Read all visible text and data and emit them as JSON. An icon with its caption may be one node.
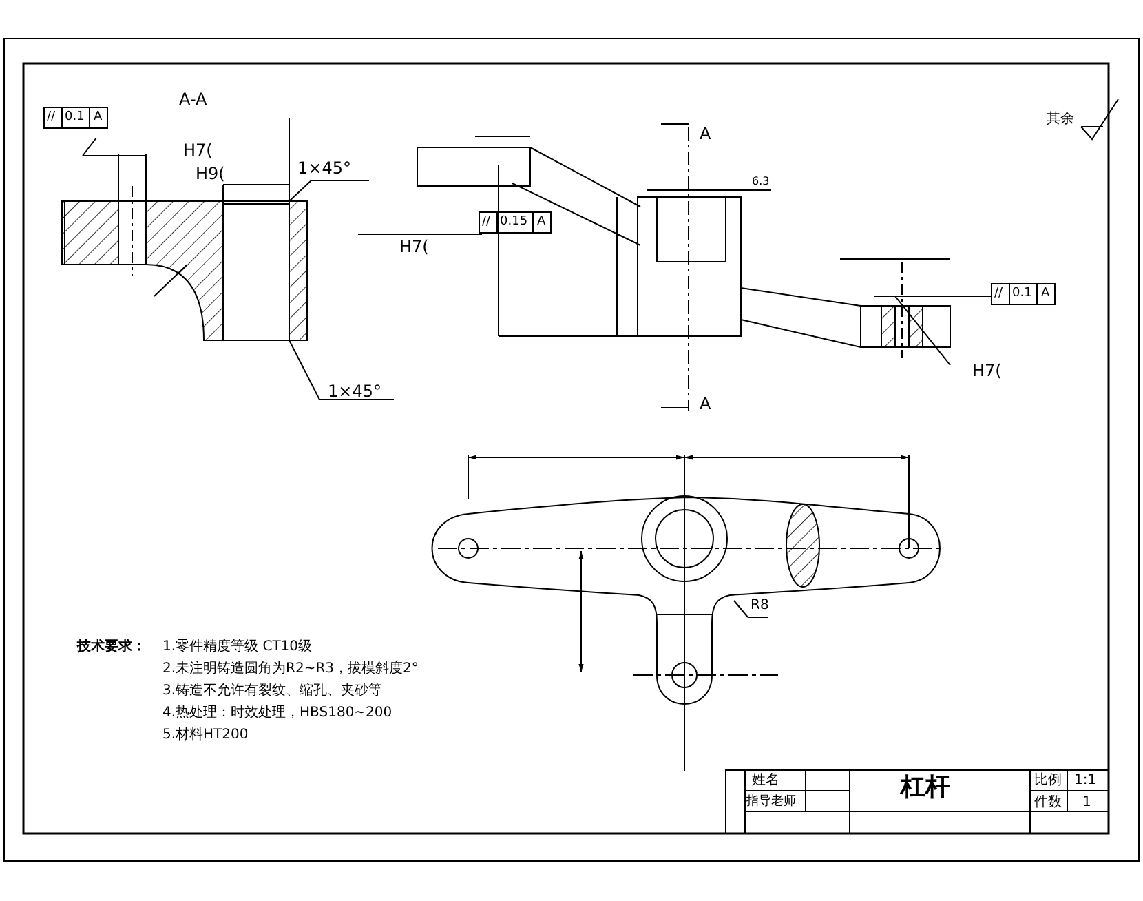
{
  "diagram": {
    "labels": [
      "A-A",
      "//",
      "0.1",
      "A",
      "H7(",
      "H9(",
      "1×45°",
      "A",
      "6.3",
      "其余",
      "H7(",
      "//",
      "0.15",
      "A",
      "//",
      "0.1",
      "A",
      "H7(",
      "1×45°",
      "A",
      "R8",
      "技术要求：",
      "1.零件精度等级 CT10级",
      "2.未注明铸造圆角为R2~R3，拔模斜度2°",
      "3.铸造不允许有裂纹、缩孔、夹砂等",
      "4.热处理：时效处理，HBS180~200",
      "5.材料HT200",
      "姓名",
      "指导老师",
      "杠杆",
      "比例",
      "1:1",
      "件数",
      "1"
    ]
  }
}
